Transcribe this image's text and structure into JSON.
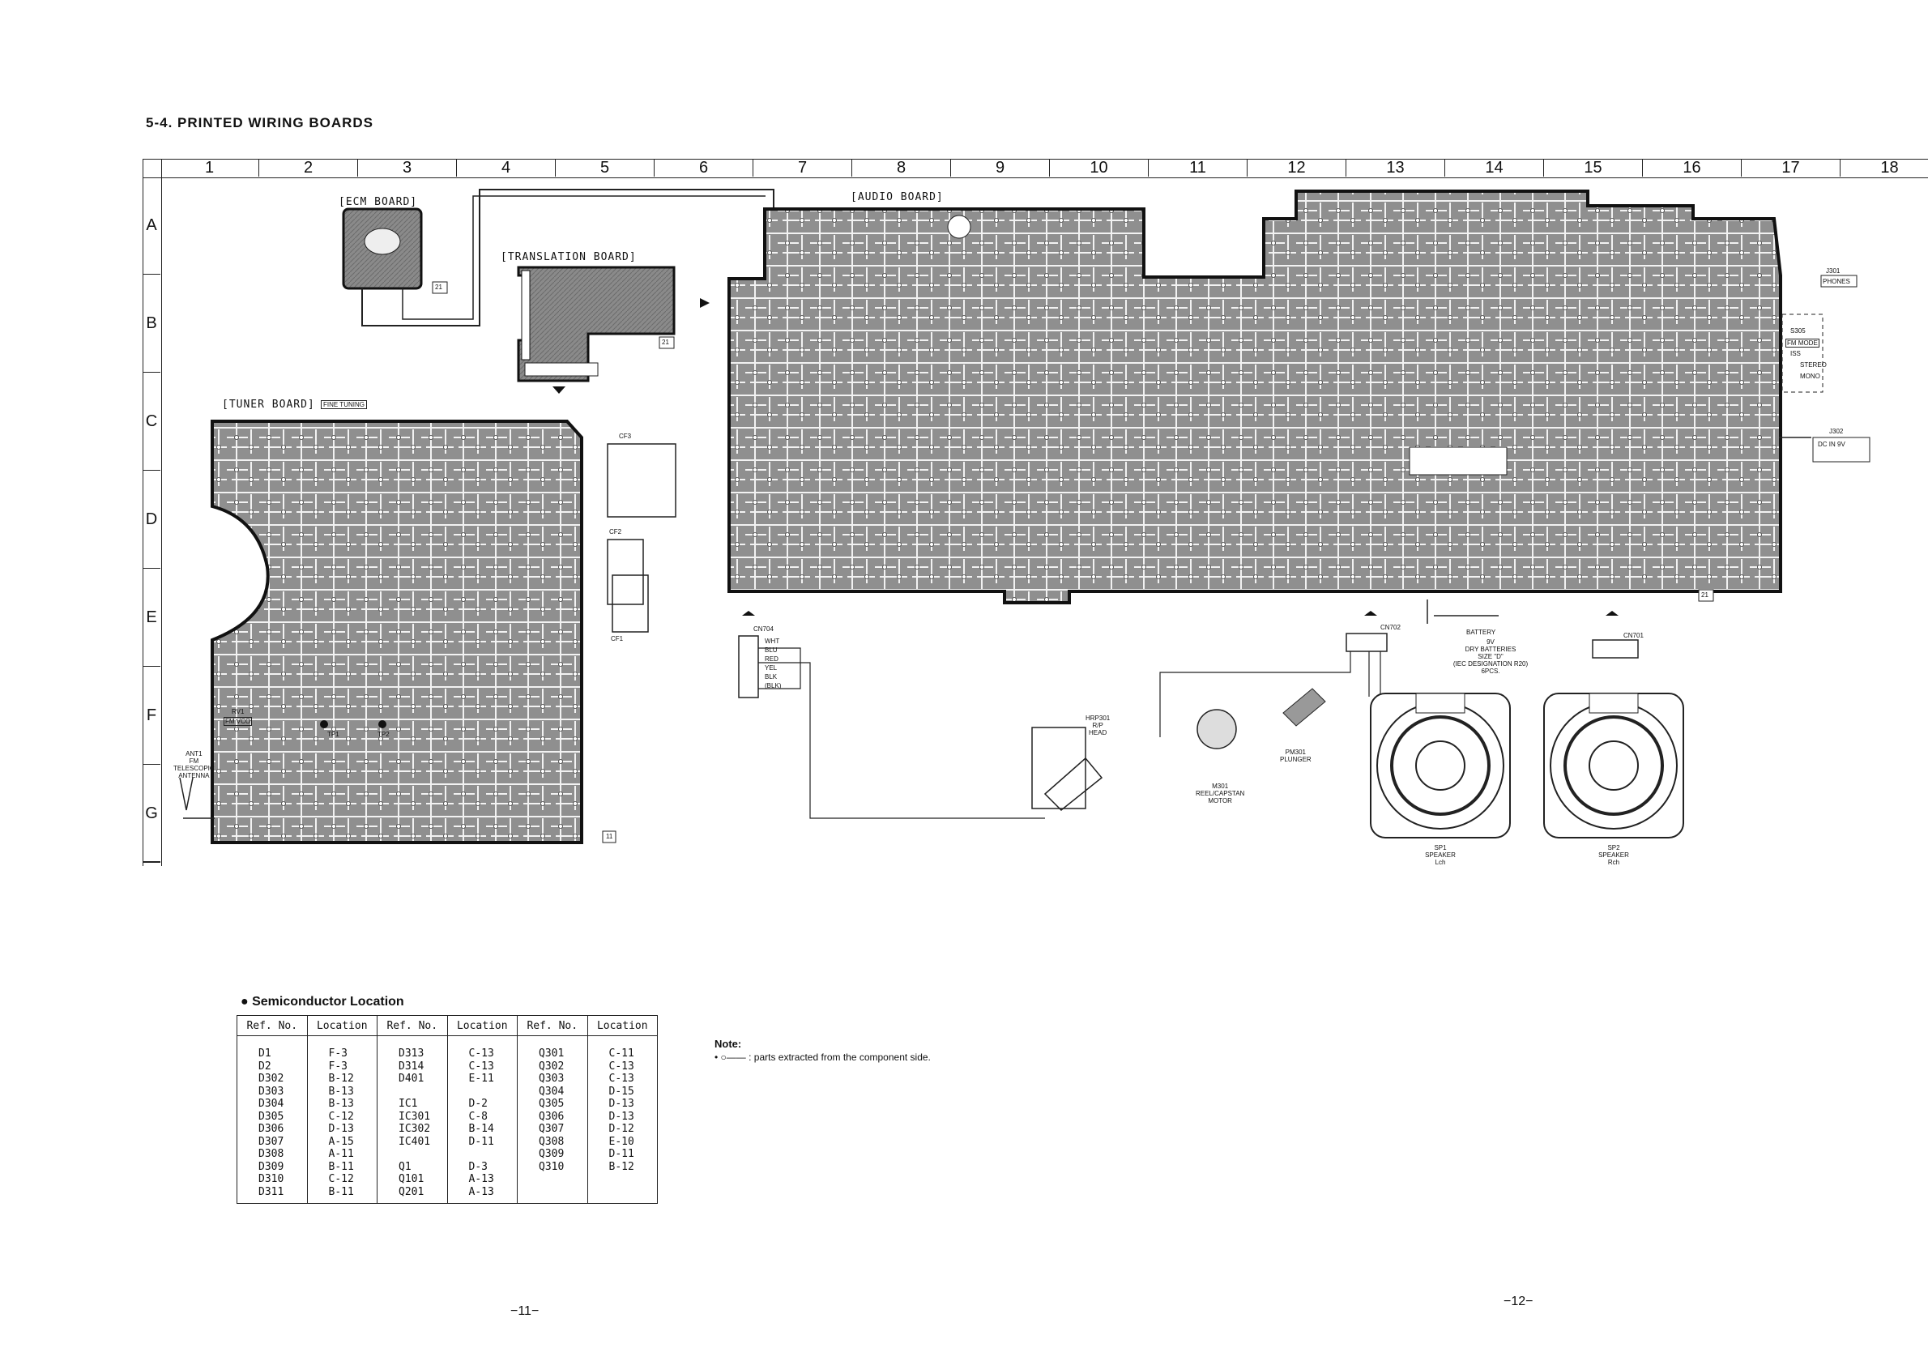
{
  "page_title": "5-4.  PRINTED WIRING BOARDS",
  "columns": [
    "1",
    "2",
    "3",
    "4",
    "5",
    "6",
    "7",
    "8",
    "9",
    "10",
    "11",
    "12",
    "13",
    "14",
    "15",
    "16",
    "17",
    "18"
  ],
  "rows": [
    "A",
    "B",
    "C",
    "D",
    "E",
    "F",
    "G"
  ],
  "boards": {
    "ecm": "[ECM BOARD]",
    "translation": "[TRANSLATION BOARD]",
    "tuner": "[TUNER BOARD]",
    "fine_tuning": "FINE TUNING",
    "audio": "[AUDIO BOARD]"
  },
  "board_marks": {
    "ecm": "21",
    "translation": "21",
    "tuner": "11",
    "audio": "21"
  },
  "parts": {
    "j301": "J301",
    "phones": "PHONES",
    "s305": "S305",
    "fm_mode": "FM MODE",
    "iss": "ISS",
    "stereo": "STEREO",
    "mono": "MONO",
    "j302": "J302",
    "dc_in": "DC IN 9V",
    "cn704": "CN704",
    "cn702": "CN702",
    "cn701": "CN701",
    "battery": "BATTERY",
    "battery_desc": [
      "9V",
      "DRY BATTERIES",
      "SIZE \"D\"",
      "(IEC DESIGNATION R20)",
      "6PCS."
    ],
    "hrp": [
      "HRP301",
      "R/P",
      "HEAD"
    ],
    "motor": [
      "M301",
      "REEL/CAPSTAN",
      "MOTOR"
    ],
    "plunger": [
      "PM301",
      "PLUNGER"
    ],
    "sp1": [
      "SP1",
      "SPEAKER",
      "Lch"
    ],
    "sp2": [
      "SP2",
      "SPEAKER",
      "Rch"
    ],
    "antenna": [
      "ANT1",
      "FM",
      "TELESCOPIC",
      "ANTENNA"
    ],
    "rv1": "RV1",
    "fm_vcr": "FM VCO",
    "wires": [
      "WHT",
      "BLU",
      "RED",
      "YEL",
      "BLK",
      "(BLK)"
    ],
    "cf3": "CF3",
    "cf2": "CF2",
    "cf1": "CF1",
    "tp1": "TP1",
    "tp2": "TP2"
  },
  "semiconductor_section": {
    "title": "Semiconductor Location",
    "headers": [
      "Ref. No.",
      "Location",
      "Ref. No.",
      "Location",
      "Ref. No.",
      "Location"
    ],
    "col1_ref": [
      "D1",
      "D2",
      "D302",
      "D303",
      "D304",
      "D305",
      "D306",
      "D307",
      "D308",
      "D309",
      "D310",
      "D311"
    ],
    "col1_loc": [
      "F-3",
      "F-3",
      "B-12",
      "B-13",
      "B-13",
      "C-12",
      "D-13",
      "A-15",
      "A-11",
      "B-11",
      "C-12",
      "B-11"
    ],
    "col2_ref": [
      "D313",
      "D314",
      "D401",
      "",
      "IC1",
      "IC301",
      "IC302",
      "IC401",
      "",
      "Q1",
      "Q101",
      "Q201"
    ],
    "col2_loc": [
      "C-13",
      "C-13",
      "E-11",
      "",
      "D-2",
      "C-8",
      "B-14",
      "D-11",
      "",
      "D-3",
      "A-13",
      "A-13"
    ],
    "col3_ref": [
      "Q301",
      "Q302",
      "Q303",
      "Q304",
      "Q305",
      "Q306",
      "Q307",
      "Q308",
      "Q309",
      "Q310",
      "",
      ""
    ],
    "col3_loc": [
      "C-11",
      "C-13",
      "C-13",
      "D-15",
      "D-13",
      "D-13",
      "D-12",
      "E-10",
      "D-11",
      "B-12",
      "",
      ""
    ]
  },
  "note": {
    "title": "Note:",
    "text": "•  ○—— : parts extracted from the component side."
  },
  "page_numbers": {
    "left": "−11−",
    "right": "−12−"
  }
}
